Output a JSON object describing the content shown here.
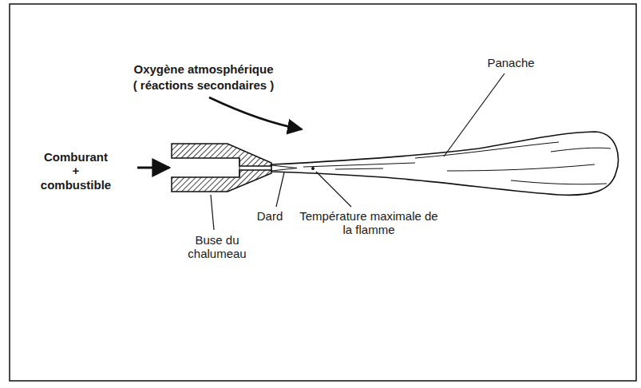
{
  "diagram": {
    "labels": [
      "Oxygène atmosphérique",
      "( réactions secondaires )",
      "Panache",
      "Comburant + combustible",
      "Buse du chalumeau",
      "Dard",
      "Température maximale de la flamme"
    ]
  }
}
